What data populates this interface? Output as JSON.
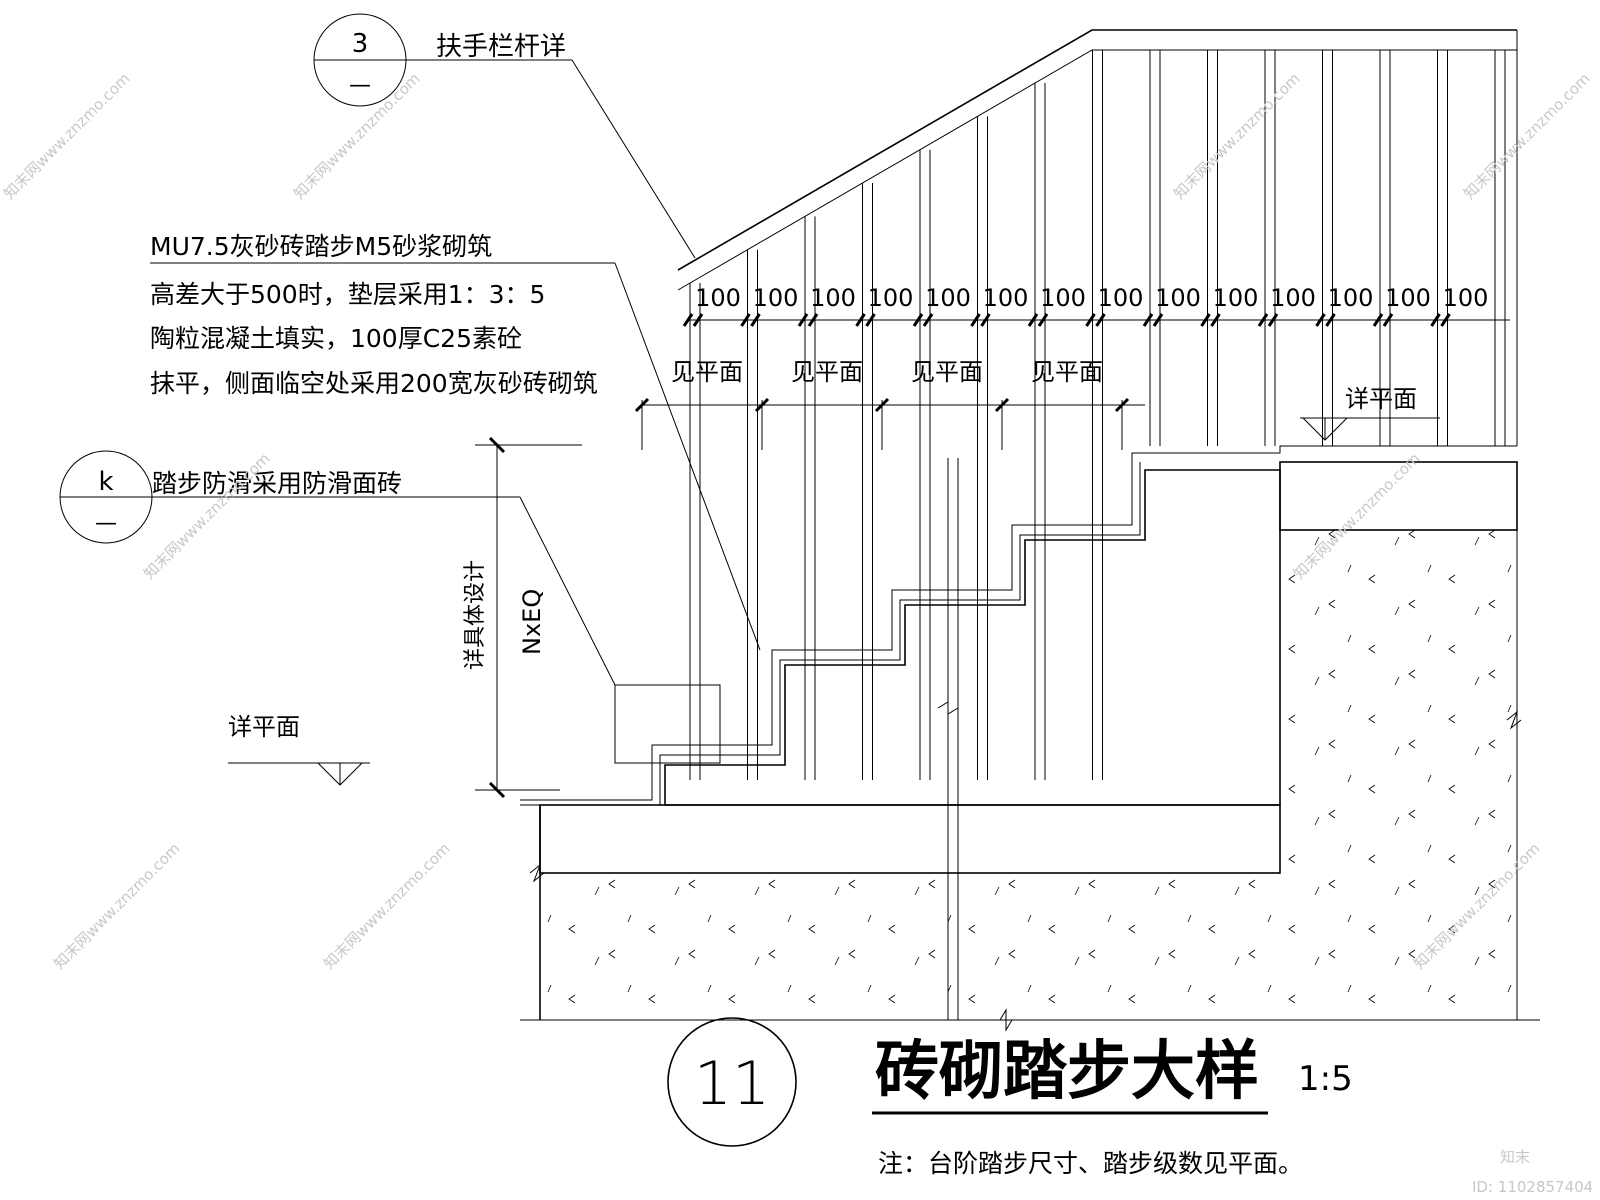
{
  "watermark": {
    "text": "知末网www.znzmo.com",
    "logo": "知末",
    "id": "ID: 1102857404"
  },
  "callouts": {
    "railing": {
      "number": "3",
      "sub": "—",
      "label": "扶手栏杆详"
    },
    "step_material": [
      "MU7.5灰砂砖踏步M5砂浆砌筑",
      "高差大于500时，垫层采用1：3：5",
      "陶粒混凝土填实，100厚C25素砼",
      "抹平，侧面临空处采用200宽灰砂砖砌筑"
    ],
    "anti_slip": {
      "number": "k",
      "sub": "—",
      "label": "踏步防滑采用防滑面砖"
    }
  },
  "dimensions": {
    "baluster_spacing": [
      "100",
      "100",
      "100",
      "100",
      "100",
      "100",
      "100",
      "100",
      "100",
      "100",
      "100",
      "100",
      "100",
      "100"
    ],
    "tread_labels": [
      "见平面",
      "见平面",
      "见平面",
      "见平面"
    ],
    "height_label": "NxEQ",
    "height_note": "详具体设计"
  },
  "levels": {
    "upper": "详平面",
    "lower": "详平面"
  },
  "title": {
    "number": "11",
    "text": "砖砌踏步大样",
    "scale": "1:5",
    "note": "注：台阶踏步尺寸、踏步级数见平面。"
  }
}
